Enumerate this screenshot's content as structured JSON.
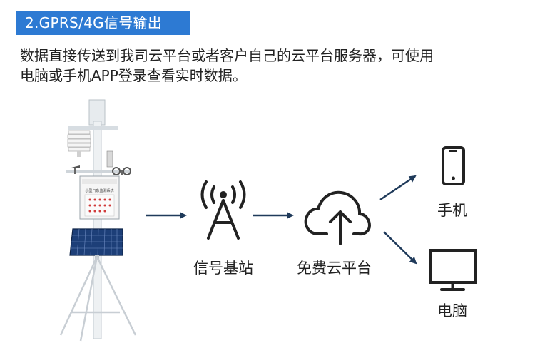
{
  "header": {
    "title": "2.GPRS/4G信号输出"
  },
  "description": {
    "line1": "数据直接传送到我司云平台或者客户自己的云平台服务器，可使用",
    "line2": "电脑或手机APP登录查看实时数据。"
  },
  "diagram": {
    "nodes": {
      "station": {
        "icon": "weather-station-image",
        "panel_text": "小型气象监测系统"
      },
      "base_station": {
        "icon": "signal-tower-icon",
        "label": "信号基站"
      },
      "cloud": {
        "icon": "cloud-upload-icon",
        "label": "免费云平台"
      },
      "phone": {
        "icon": "mobile-phone-icon",
        "label": "手机"
      },
      "computer": {
        "icon": "monitor-icon",
        "label": "电脑"
      }
    },
    "colors": {
      "accent": "#2d7ad3",
      "arrow": "#1f3a5a",
      "icon": "#222222"
    }
  }
}
